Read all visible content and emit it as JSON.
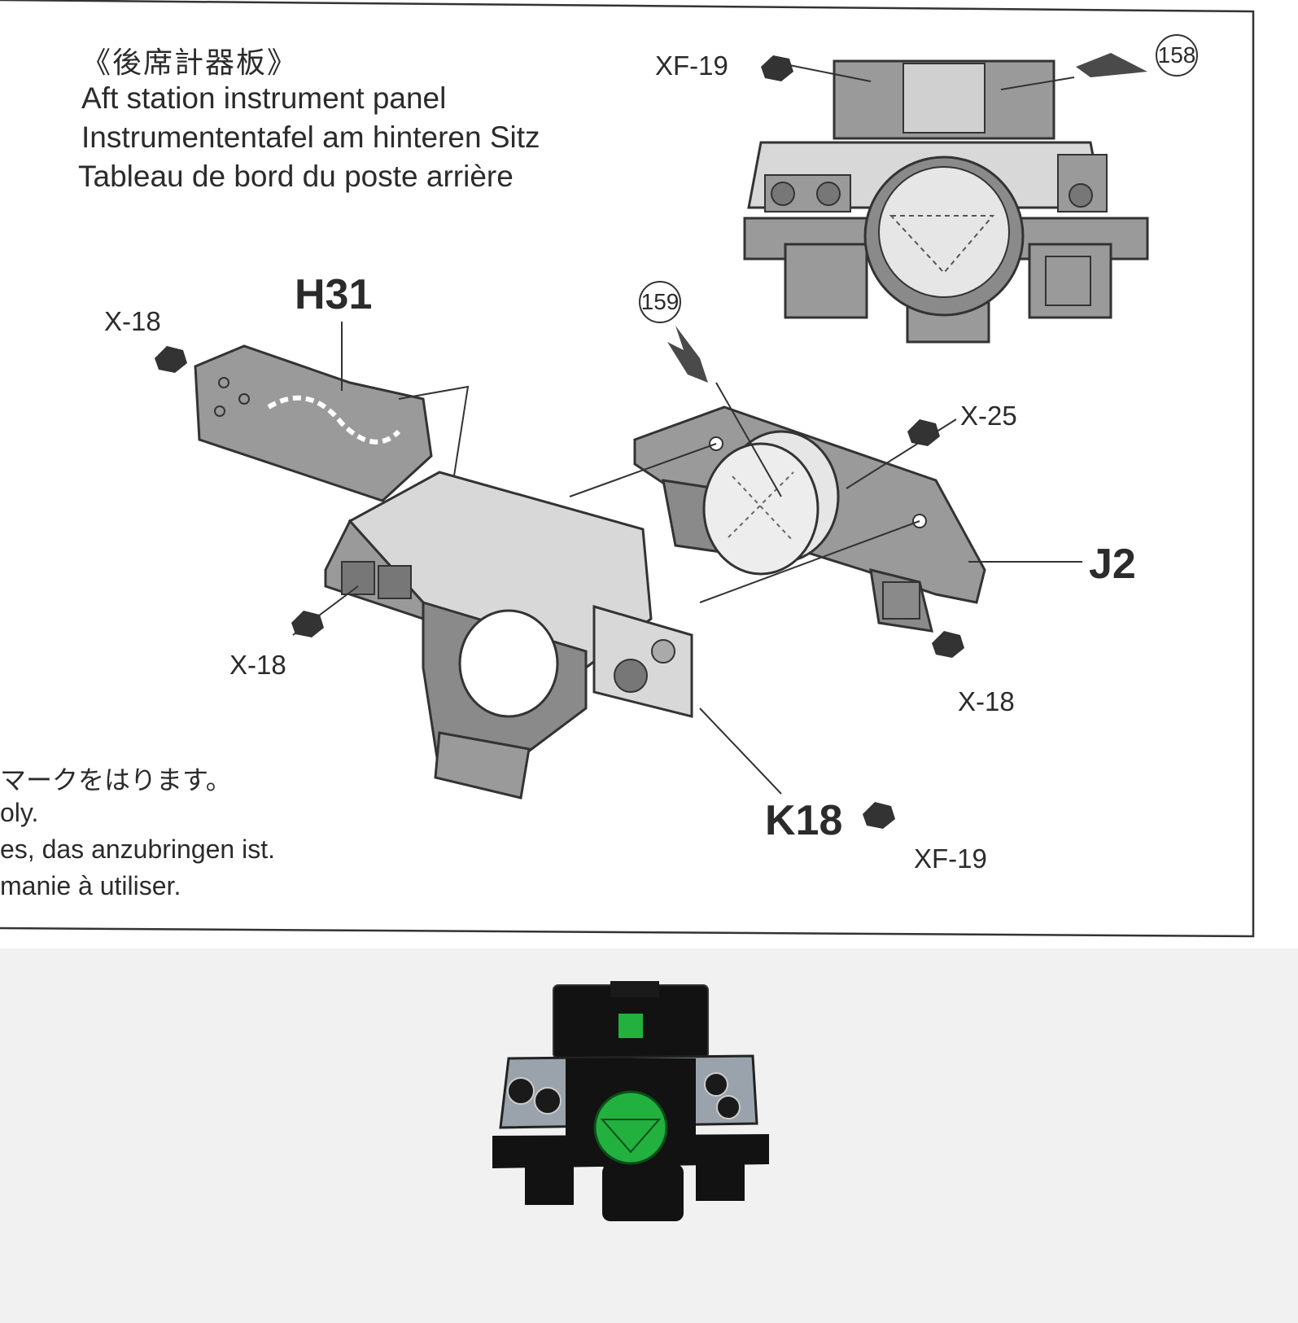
{
  "sheet": {
    "title_jp": "《後席計器板》",
    "title_en": "Aft station instrument panel",
    "title_de": "Instrumententafel am hinteren Sitz",
    "title_fr": "Tableau de bord du poste arrière"
  },
  "steps": {
    "s158": "158",
    "s159": "159"
  },
  "parts": {
    "h31": "H31",
    "j2": "J2",
    "k18": "K18"
  },
  "paint_codes": {
    "xf19_top": "XF-19",
    "x18_h31": "X-18",
    "x25": "X-25",
    "x18_left": "X-18",
    "x18_right": "X-18",
    "xf19_k18": "XF-19"
  },
  "decal_note": {
    "jp": "マークをはります。",
    "en": "oly.",
    "de": "es, das anzubringen ist.",
    "fr": "manie à utiliser."
  },
  "colors": {
    "paper": "#ffffff",
    "background": "#f1f1f1",
    "ink": "#2b2b2b",
    "part_gray": "#9a9a9a",
    "light_gray": "#d8d8d8",
    "model_black": "#121212",
    "model_gray": "#9aa3ab",
    "scope_green": "#22b03f"
  }
}
